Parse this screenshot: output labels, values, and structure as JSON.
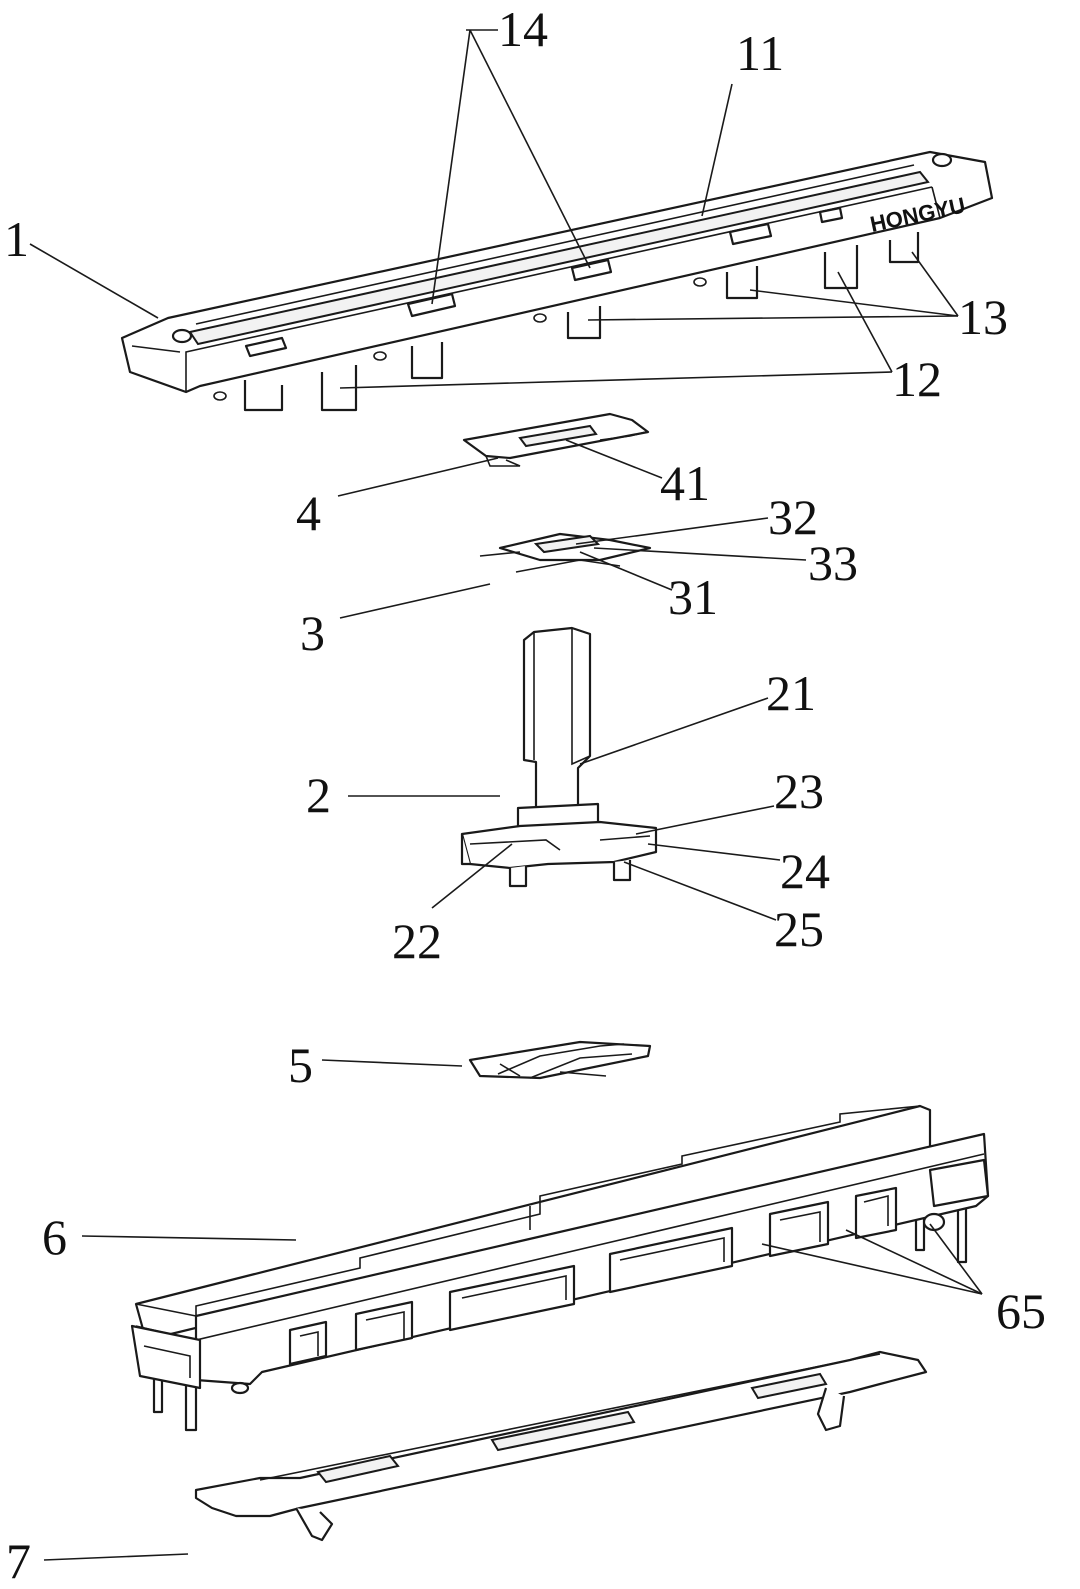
{
  "labels": {
    "l1": "1",
    "l2": "2",
    "l3": "3",
    "l4": "4",
    "l5": "5",
    "l6": "6",
    "l7": "7",
    "l11": "11",
    "l12": "12",
    "l13": "13",
    "l14": "14",
    "l21": "21",
    "l22": "22",
    "l23": "23",
    "l24": "24",
    "l25": "25",
    "l31": "31",
    "l32": "32",
    "l33": "33",
    "l41": "41",
    "l65": "65"
  },
  "brand": "HONGYU"
}
